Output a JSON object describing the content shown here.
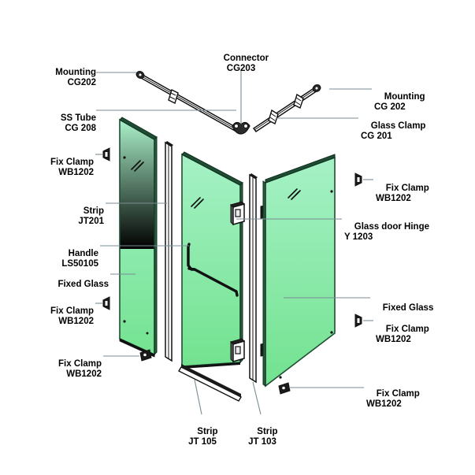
{
  "diagram": {
    "title": "Shower enclosure exploded parts diagram",
    "background_color": "#ffffff",
    "leader_line_color": "#7a8c94",
    "outline_color": "#1a1a1a",
    "glass": {
      "fill_top": "#a8f0c8",
      "fill_bottom": "#74e391",
      "edge_color": "#1f4d33"
    }
  },
  "labels": [
    {
      "id": "mounting-cg202-left",
      "line1": "Mounting",
      "line2": "CG202",
      "align": "right"
    },
    {
      "id": "ss-tube-cg208",
      "line1": "SS Tube",
      "line2": "CG 208",
      "align": "right"
    },
    {
      "id": "fix-clamp-1",
      "line1": "Fix Clamp",
      "line2": "WB1202",
      "align": "right"
    },
    {
      "id": "strip-jt201",
      "line1": "Strip",
      "line2": "JT201",
      "align": "right"
    },
    {
      "id": "handle-ls50105",
      "line1": "Handle",
      "line2": "LS50105",
      "align": "right"
    },
    {
      "id": "fixed-glass-left",
      "line1": "Fixed Glass",
      "line2": "",
      "align": "right"
    },
    {
      "id": "fix-clamp-2",
      "line1": "Fix Clamp",
      "line2": "WB1202",
      "align": "right"
    },
    {
      "id": "fix-clamp-3",
      "line1": "Fix Clamp",
      "line2": "WB1202",
      "align": "right"
    },
    {
      "id": "connector-cg203",
      "line1": "Connector",
      "line2": "CG203",
      "align": "center"
    },
    {
      "id": "mounting-cg202-right",
      "line1": "Mounting",
      "line2": "CG 202",
      "align": "left"
    },
    {
      "id": "glass-clamp-cg201",
      "line1": "Glass Clamp",
      "line2": "CG 201",
      "align": "left"
    },
    {
      "id": "fix-clamp-4",
      "line1": "Fix Clamp",
      "line2": "WB1202",
      "align": "left"
    },
    {
      "id": "glass-door-hinge",
      "line1": "Glass door Hinge",
      "line2": "Y 1203",
      "align": "left"
    },
    {
      "id": "fixed-glass-right",
      "line1": "Fixed Glass",
      "line2": "",
      "align": "left"
    },
    {
      "id": "fix-clamp-5",
      "line1": "Fix Clamp",
      "line2": "WB1202",
      "align": "left"
    },
    {
      "id": "fix-clamp-6",
      "line1": "Fix Clamp",
      "line2": "WB1202",
      "align": "left"
    },
    {
      "id": "strip-jt105",
      "line1": "Strip",
      "line2": "JT 105",
      "align": "center"
    },
    {
      "id": "strip-jt103",
      "line1": "Strip",
      "line2": "JT 103",
      "align": "center"
    }
  ],
  "parts": {
    "left_fixed_glass": "Fixed Glass",
    "center_door_glass": "Fixed Glass",
    "right_fixed_glass": "Fixed Glass",
    "strip_left": "Strip JT201",
    "strip_right": "Strip JT 103",
    "bottom_strip": "Strip JT 105",
    "handle": "Handle LS50105",
    "connector": "Connector CG203",
    "support_bar_left": "SS Tube CG 208",
    "support_bar_right": "SS Tube CG 208",
    "hinge_upper": "Glass door Hinge Y 1203",
    "hinge_lower": "Glass door Hinge Y 1203",
    "clamp_count": 6
  }
}
